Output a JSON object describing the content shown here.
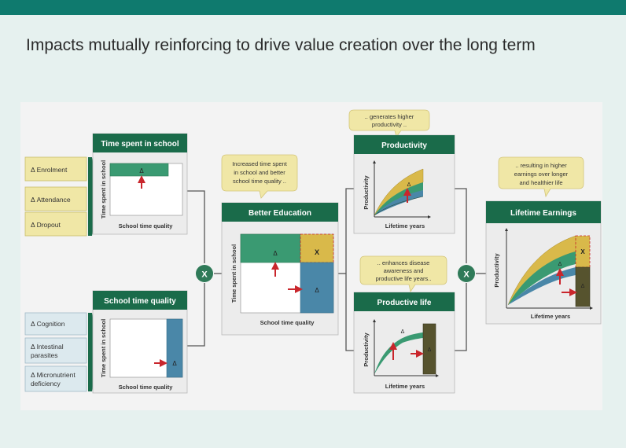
{
  "header": {
    "title": "Impacts mutually reinforcing to drive value creation over the long term"
  },
  "colors": {
    "teal_band": "#0f7a6e",
    "page_bg": "#e6f1ef",
    "panel_title_bg": "#1a6b4a",
    "panel_bg": "#ececec",
    "callout_bg": "#f0e7a6",
    "green_fill": "#3a9a72",
    "blue_fill": "#4a87a8",
    "yellow_fill": "#d9b94a",
    "olive_fill": "#56532e",
    "arrow_red": "#c9262c",
    "connector_green": "#2f7a58"
  },
  "inputs_top": [
    "Δ Enrolment",
    "Δ Attendance",
    "Δ Dropout"
  ],
  "inputs_bottom": [
    [
      "Δ Cognition"
    ],
    [
      "Δ Intestinal",
      "parasites"
    ],
    [
      "Δ Micronutrient",
      "deficiency"
    ]
  ],
  "panels": {
    "time_spent": {
      "title": "Time spent in school",
      "ylabel": "Time spent in school",
      "xlabel": "School time quality"
    },
    "school_quality": {
      "title": "School time quality",
      "ylabel": "Time spent in school",
      "xlabel": "School time quality"
    },
    "better_education": {
      "title": "Better Education",
      "ylabel": "Time spent in school",
      "xlabel": "School time quality"
    },
    "productivity": {
      "title": "Productivity",
      "ylabel": "Productivity",
      "xlabel": "Lifetime years"
    },
    "productive_life": {
      "title": "Productive life",
      "ylabel": "Productivity",
      "xlabel": "Lifetime years"
    },
    "lifetime_earnings": {
      "title": "Lifetime Earnings",
      "ylabel": "Productivity",
      "xlabel": "Lifetime years"
    }
  },
  "callouts": {
    "education": [
      "Increased time spent",
      "in school and better",
      "school time quality .."
    ],
    "productivity": [
      ".. generates higher",
      "productivity .."
    ],
    "productive_life": [
      ".. enhances disease",
      "awareness and",
      "productive life years.."
    ],
    "earnings": [
      ".. resulting in higher",
      "earnings over longer",
      "and healthier life"
    ]
  },
  "symbols": {
    "delta": "Δ",
    "multiply": "X"
  }
}
